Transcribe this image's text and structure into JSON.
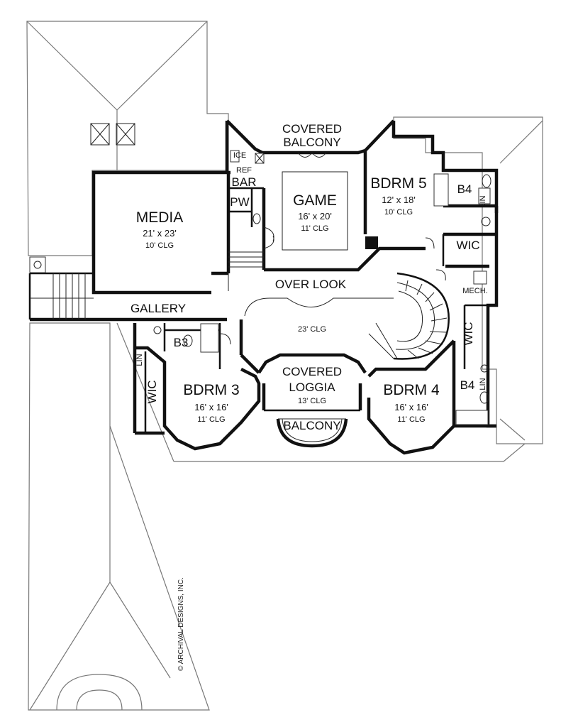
{
  "rooms": {
    "media": {
      "name": "MEDIA",
      "size": "21' x 23'",
      "ceiling": "10' CLG"
    },
    "game": {
      "name": "GAME",
      "size": "16' x 20'",
      "ceiling": "11' CLG"
    },
    "bdrm5": {
      "name": "BDRM 5",
      "size": "12' x 18'",
      "ceiling": "10' CLG"
    },
    "bdrm3": {
      "name": "BDRM 3",
      "size": "16' x 16'",
      "ceiling": "11' CLG"
    },
    "bdrm4": {
      "name": "BDRM 4",
      "size": "16' x 16'",
      "ceiling": "11' CLG"
    },
    "covered_balcony": {
      "line1": "COVERED",
      "line2": "BALCONY"
    },
    "covered_loggia": {
      "line1": "COVERED",
      "line2": "LOGGIA",
      "ceiling": "13' CLG"
    },
    "balcony": {
      "name": "BALCONY"
    },
    "overlook": {
      "name": "OVER LOOK",
      "ceiling": "23' CLG"
    },
    "gallery": {
      "name": "GALLERY"
    },
    "bar": {
      "name": "BAR",
      "ice": "ICE",
      "ref": "REF"
    },
    "pw": {
      "name": "PW"
    },
    "b4_upper": {
      "name": "B4",
      "lin": "LIN"
    },
    "b4_lower": {
      "name": "B4",
      "lin": "LIN"
    },
    "b3": {
      "name": "B3",
      "lin": "LIN"
    },
    "wic_right_upper": {
      "name": "WIC"
    },
    "wic_right_lower": {
      "name": "WIC"
    },
    "wic_left": {
      "name": "WIC"
    },
    "mech": {
      "name": "MECH."
    }
  },
  "copyright": "© ARCHIVAL DESIGNS, INC."
}
